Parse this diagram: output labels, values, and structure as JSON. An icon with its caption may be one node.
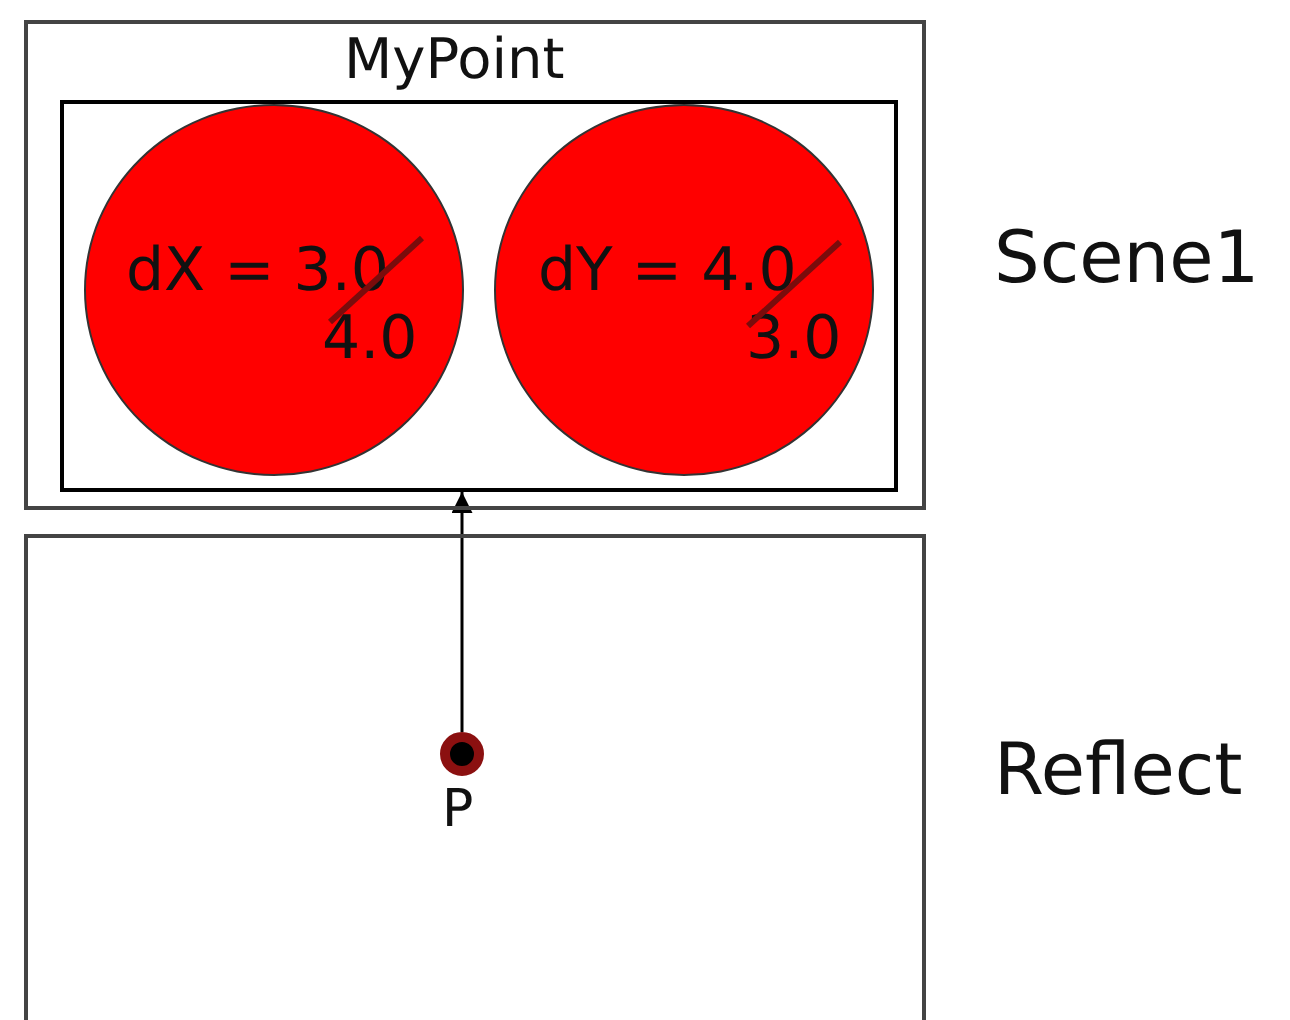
{
  "diagram": {
    "nodes": [
      {
        "text": [
          "MyPoint"
        ],
        "beside": [
          "Scene1"
        ]
      },
      {
        "text": [],
        "shape": "box",
        "in": 0
      },
      {
        "text": [
          "dX = 3.0",
          "4.0"
        ],
        "in": 1
      },
      {
        "text": [
          "dY = 4.0",
          "3.0"
        ],
        "in": 1
      },
      {
        "text": [],
        "shape": "box",
        "beside": [
          "Reflect"
        ]
      },
      {
        "text": [
          "P"
        ],
        "in": 4
      }
    ],
    "edges": [
      {
        "from": 5,
        "to": 1,
        "arrow": "to"
      }
    ]
  }
}
